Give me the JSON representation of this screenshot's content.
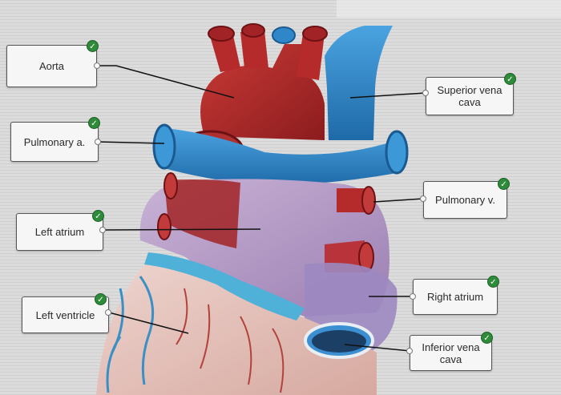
{
  "labels": {
    "aorta": "Aorta",
    "pulmonary_a": "Pulmonary a.",
    "left_atrium": "Left atrium",
    "left_ventricle": "Left ventricle",
    "superior_vena_cava": "Superior vena cava",
    "pulmonary_v": "Pulmonary v.",
    "right_atrium": "Right atrium",
    "inferior_vena_cava": "Inferior vena cava"
  },
  "status": {
    "check_icon": "check-circle-icon",
    "check_glyph": "✓",
    "check_color": "#2e8b3a"
  },
  "colors": {
    "artery_red": "#b52a2a",
    "vein_blue": "#2f86c9",
    "atrium_purple": "#b79cc7",
    "muscle_pink": "#e7c7c0"
  }
}
